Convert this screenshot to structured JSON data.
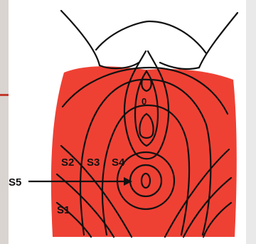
{
  "diagram": {
    "labels": {
      "s1": "S1",
      "s2": "S2",
      "s3": "S3",
      "s4": "S4",
      "s5": "S5",
      "center": "0"
    },
    "colors": {
      "fill": "#ee4134",
      "stroke": "#111111"
    }
  }
}
